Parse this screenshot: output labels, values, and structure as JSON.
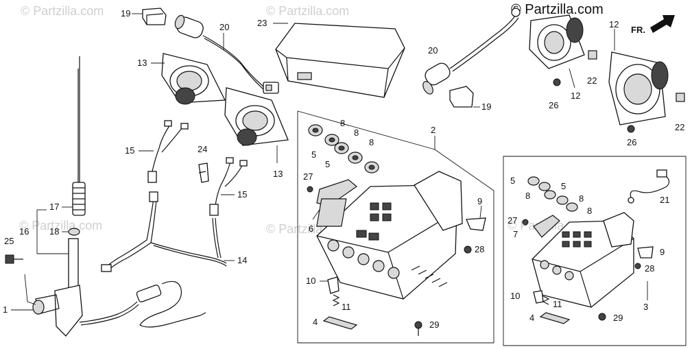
{
  "watermarks": [
    "© Partzilla.com",
    "© Partzilla.com",
    "© Partzilla.com",
    "© Partzilla.com",
    "© Partzilla.com",
    "© Partzilla.com"
  ],
  "brand": "© Partzilla.com",
  "direction_label": "FR.",
  "callouts": {
    "c1": "1",
    "c2": "2",
    "c3": "3",
    "c4a": "4",
    "c4b": "4",
    "c5a": "5",
    "c5b": "5",
    "c5c": "5",
    "c5d": "5",
    "c6": "6",
    "c7": "7",
    "c8a": "8",
    "c8b": "8",
    "c8c": "8",
    "c8d": "8",
    "c8e": "8",
    "c8f": "8",
    "c9a": "9",
    "c9b": "9",
    "c10a": "10",
    "c10b": "10",
    "c11a": "11",
    "c11b": "11",
    "c12a": "12",
    "c12b": "12",
    "c13a": "13",
    "c13b": "13",
    "c14": "14",
    "c15a": "15",
    "c15b": "15",
    "c16": "16",
    "c17": "17",
    "c18": "18",
    "c19a": "19",
    "c19b": "19",
    "c20a": "20",
    "c20b": "20",
    "c21": "21",
    "c22a": "22",
    "c22b": "22",
    "c23": "23",
    "c24": "24",
    "c25": "25",
    "c26a": "26",
    "c26b": "26",
    "c27a": "27",
    "c27b": "27",
    "c28a": "28",
    "c28b": "28",
    "c29a": "29",
    "c29b": "29"
  }
}
